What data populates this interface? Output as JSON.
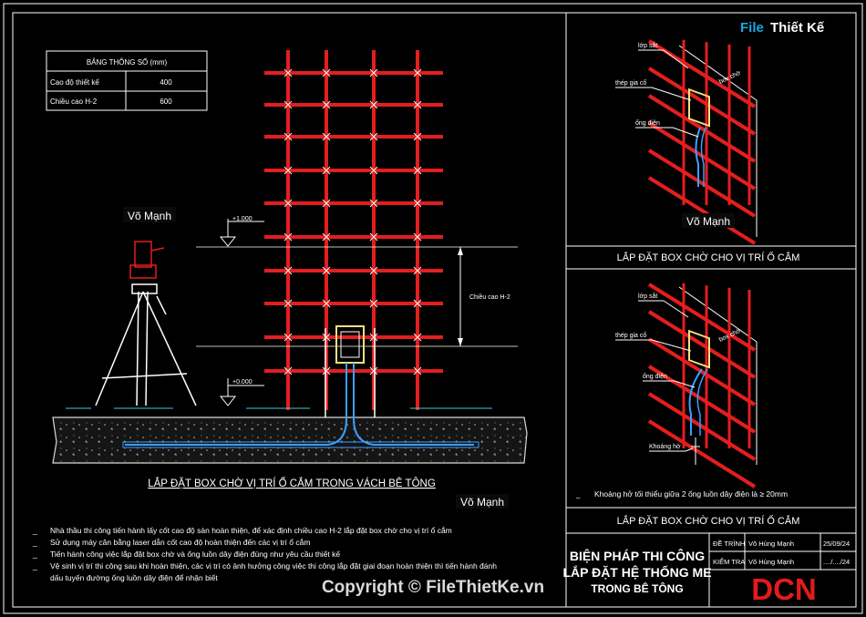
{
  "watermark": {
    "part1": "File",
    "part2": "Thiết Kế",
    ".vn": ".vn",
    "copyright": "Copyright © FileThietKe.vn"
  },
  "table": {
    "header": "BẢNG THÔNG SỐ (mm)",
    "rows": [
      {
        "label": "Cao độ thiết kế",
        "value": "400"
      },
      {
        "label": "Chiều cao H-2",
        "value": "600"
      }
    ]
  },
  "main": {
    "stamp_top": "Võ Mạnh",
    "stamp_bottom": "Võ Mạnh",
    "level_top": "+1.000",
    "level_bottom": "+0.000",
    "dim_label": "Chiều cao H-2",
    "title": "LẮP ĐẶT BOX CHỜ VỊ TRÍ Ổ CẮM TRONG VÁCH BÊ TÔNG"
  },
  "notes": [
    "Nhà thầu thi công tiến hành lấy cốt cao độ sàn hoàn thiện, để xác định chiều cao H-2 lắp đặt box chờ cho vị trí ổ cắm",
    "Sử dụng máy cân bằng laser dẫn cốt cao độ hoàn thiện đến các vị trí ổ cắm",
    "Tiến hành công việc lắp đặt box chờ và ống luồn dây điện đúng như yêu cầu thiết kế",
    "Vệ sinh vị trí thi công sau khi hoàn thiện, các vị trí có ảnh hưởng công việc thi công lắp đặt giai đoạn hoàn thiện thì tiến hành đánh",
    "dấu tuyến đường ống luồn dây điện để nhận biết"
  ],
  "detail1": {
    "labels": [
      "lớp sắt",
      "thép gia cố",
      "box chờ",
      "ống điện"
    ],
    "stamp": "Võ Mạnh",
    "title": "LẮP ĐẶT BOX CHỜ CHO VỊ TRÍ Ổ CẮM"
  },
  "detail2": {
    "labels": [
      "lớp sắt",
      "thép gia cố",
      "box chờ",
      "ống điện",
      "Khoảng hở"
    ],
    "note": "Khoảng hở tối thiểu giữa 2 ống luồn dây điện là ≥ 20mm",
    "title": "LẮP ĐẶT BOX CHỜ CHO VỊ TRÍ Ổ CẮM"
  },
  "title_block": {
    "line1": "BIỆN PHÁP THI CÔNG",
    "line2": "LẮP ĐẶT HỆ THỐNG ME",
    "line3": "TRONG BÊ TÔNG",
    "rows": [
      {
        "role": "ĐỀ TRÌNH",
        "name": "Võ Hùng Mạnh",
        "date": "25/09/24"
      },
      {
        "role": "KIỂM TRA",
        "name": "Võ Hùng Mạnh",
        "date": "..../..../24"
      }
    ],
    "logo": "DCN"
  },
  "colors": {
    "rebar": "#e41e1e",
    "conduit": "#3aa0ff",
    "concrete": "#d9d9d9",
    "frame": "#ffffff",
    "stamp": "#ffffa0"
  }
}
